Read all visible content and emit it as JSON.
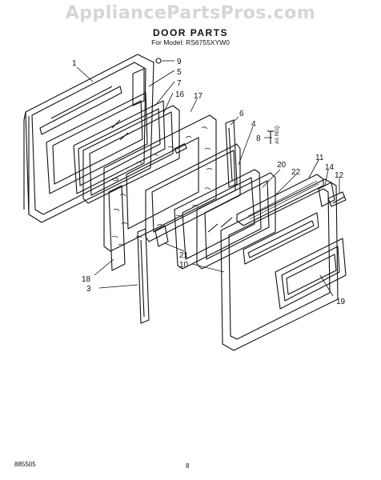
{
  "watermark": "AppliancePartsPros.com",
  "title": "DOOR PARTS",
  "model": "For Model: RS6755XYW0",
  "footer_code": "885505",
  "page_number": "8",
  "inline_note": "AS REQ.",
  "callouts": [
    "1",
    "9",
    "5",
    "7",
    "16",
    "17",
    "6",
    "4",
    "8",
    "20",
    "22",
    "11",
    "14",
    "12",
    "18",
    "3",
    "21",
    "10",
    "19"
  ]
}
